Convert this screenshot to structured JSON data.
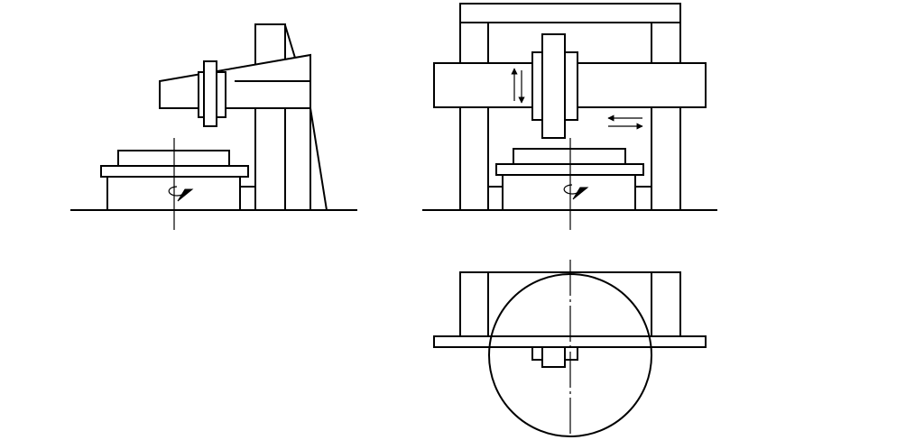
{
  "drawing": {
    "views": [
      {
        "name": "single-column-side-view"
      },
      {
        "name": "double-column-front-view"
      },
      {
        "name": "double-column-top-view"
      }
    ]
  },
  "colors": {
    "stroke": "#000000",
    "background": "#ffffff"
  },
  "icons": {
    "rotation": "rotation-arrow-icon",
    "vertical_feed": "vertical-double-arrow-icon",
    "horizontal_feed": "horizontal-double-arrow-icon"
  }
}
